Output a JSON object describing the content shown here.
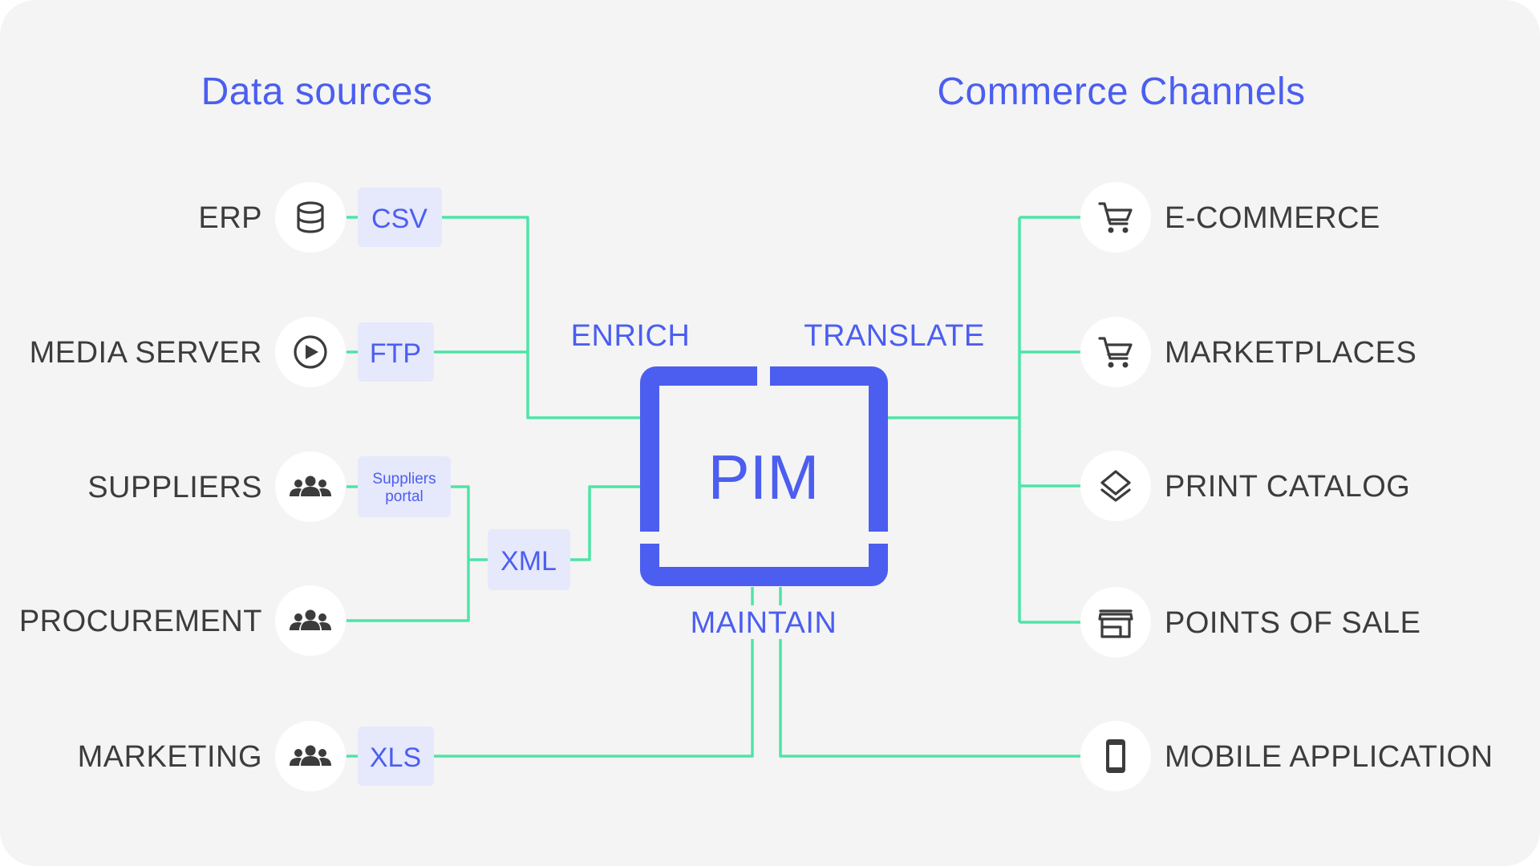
{
  "headings": {
    "sources": "Data sources",
    "channels": "Commerce Channels"
  },
  "center": {
    "title": "PIM",
    "enrich": "ENRICH",
    "translate": "TRANSLATE",
    "maintain": "MAINTAIN"
  },
  "sources": [
    {
      "label": "ERP",
      "icon": "database-icon",
      "format": "CSV"
    },
    {
      "label": "MEDIA SERVER",
      "icon": "play-circle-icon",
      "format": "FTP"
    },
    {
      "label": "SUPPLIERS",
      "icon": "group-icon",
      "format_line1": "Suppliers",
      "format_line2": "portal"
    },
    {
      "label": "PROCUREMENT",
      "icon": "group-icon"
    },
    {
      "label": "MARKETING",
      "icon": "group-icon",
      "format": "XLS"
    }
  ],
  "merge_format": "XML",
  "channels": [
    {
      "label": "E-COMMERCE",
      "icon": "shopping-cart-icon"
    },
    {
      "label": "MARKETPLACES",
      "icon": "shopping-cart-icon"
    },
    {
      "label": "PRINT CATALOG",
      "icon": "layers-icon"
    },
    {
      "label": "POINTS OF SALE",
      "icon": "storefront-icon"
    },
    {
      "label": "MOBILE APPLICATION",
      "icon": "smartphone-icon"
    }
  ],
  "colors": {
    "accent": "#4b5ef0",
    "connector": "#4ee4a6",
    "tag_background": "#e6e8fb",
    "card_background": "#f4f4f4",
    "label_text": "#3c3c3c"
  }
}
